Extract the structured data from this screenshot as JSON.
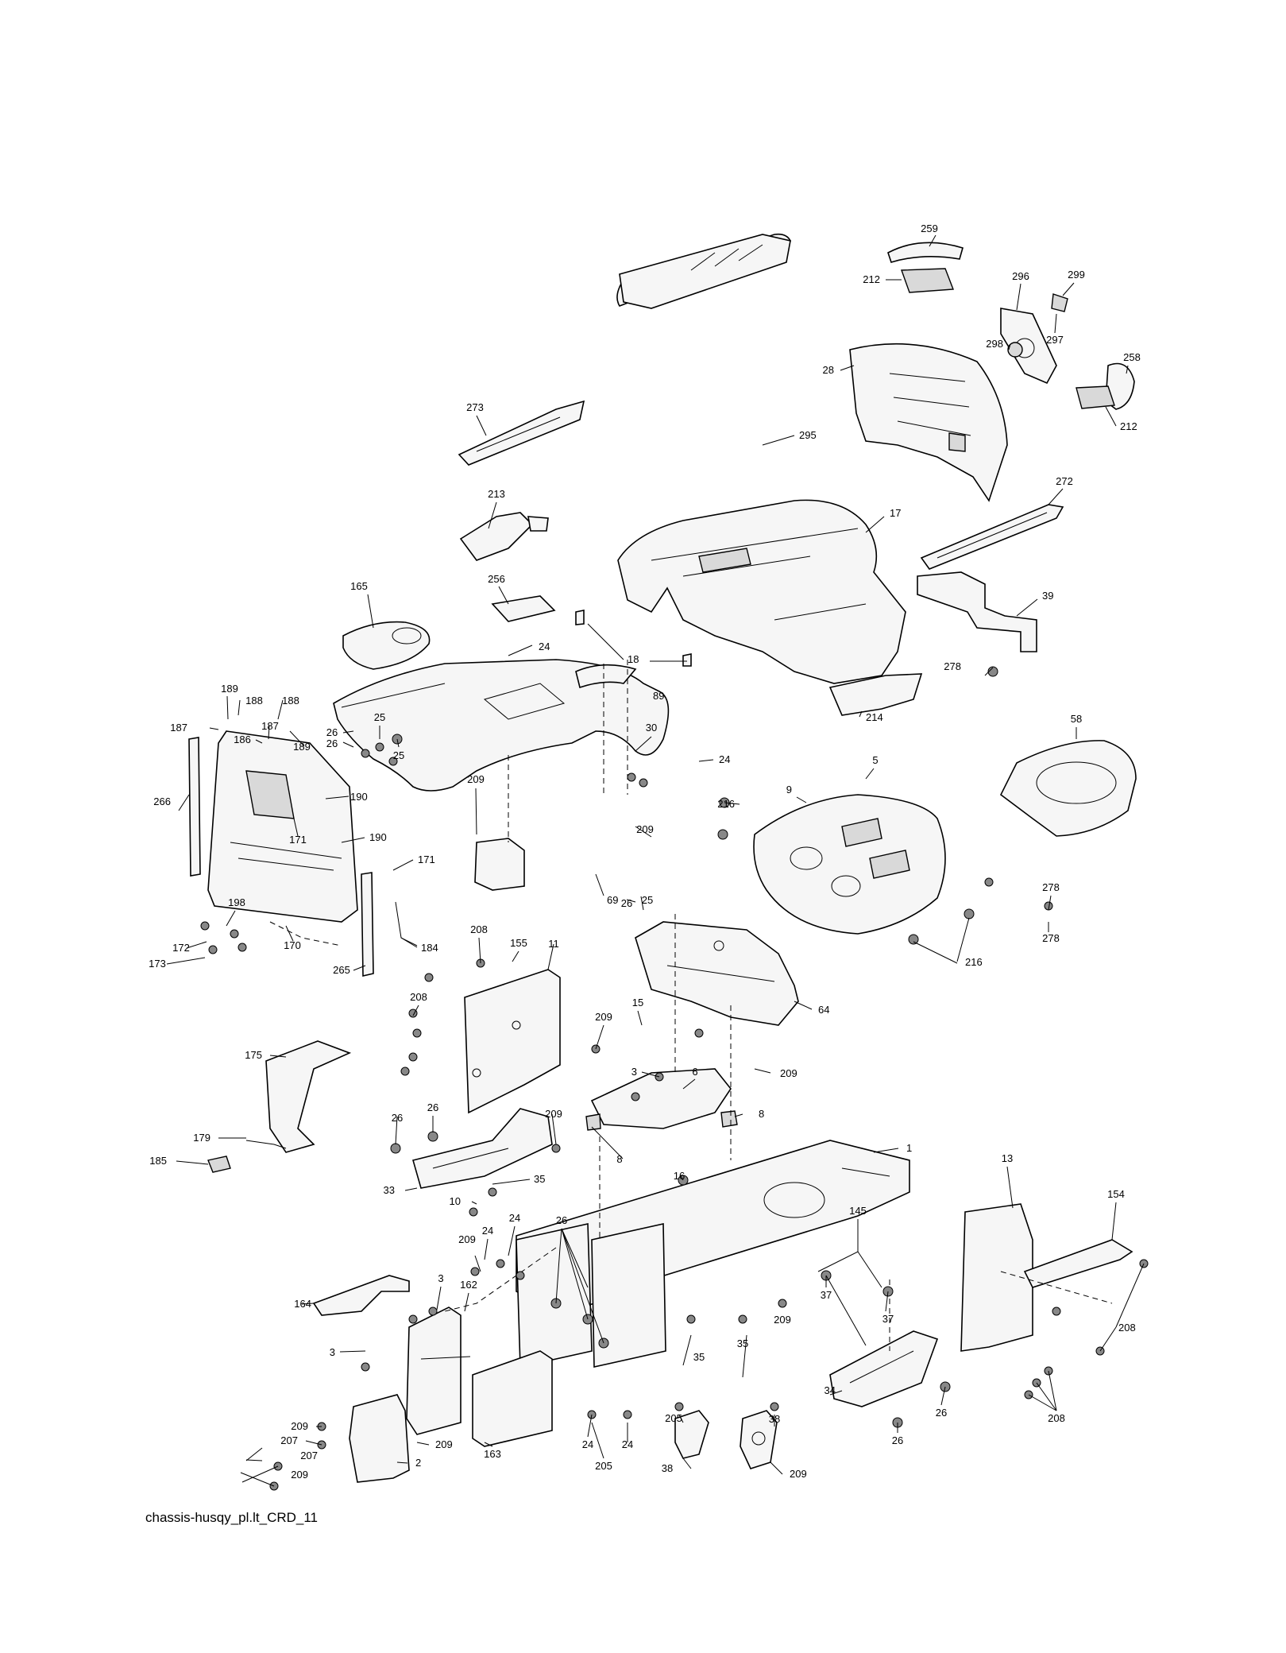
{
  "diagram": {
    "caption": "chassis-husqy_pl.lt_CRD_11",
    "callouts": [
      "259",
      "212",
      "296",
      "299",
      "298",
      "297",
      "258",
      "212",
      "28",
      "273",
      "295",
      "272",
      "17",
      "213",
      "39",
      "165",
      "256",
      "24",
      "18",
      "89",
      "278",
      "214",
      "189",
      "188",
      "187",
      "188",
      "186",
      "187",
      "189",
      "26",
      "25",
      "26",
      "25",
      "30",
      "24",
      "5",
      "58",
      "190",
      "266",
      "190",
      "171",
      "209",
      "9",
      "216",
      "26",
      "25",
      "209",
      "171",
      "69",
      "198",
      "172",
      "173",
      "170",
      "265",
      "184",
      "208",
      "155",
      "11",
      "208",
      "64",
      "216",
      "278",
      "278",
      "15",
      "209",
      "175",
      "6",
      "209",
      "3",
      "8",
      "26",
      "26",
      "209",
      "179",
      "185",
      "8",
      "16",
      "35",
      "33",
      "10",
      "1",
      "13",
      "154",
      "24",
      "24",
      "209",
      "26",
      "145",
      "3",
      "162",
      "164",
      "37",
      "209",
      "37",
      "208",
      "3",
      "35",
      "35",
      "208",
      "34",
      "26",
      "26",
      "209",
      "209",
      "207",
      "207",
      "209",
      "2",
      "163",
      "24",
      "24",
      "205",
      "205",
      "38",
      "38",
      "209"
    ]
  }
}
